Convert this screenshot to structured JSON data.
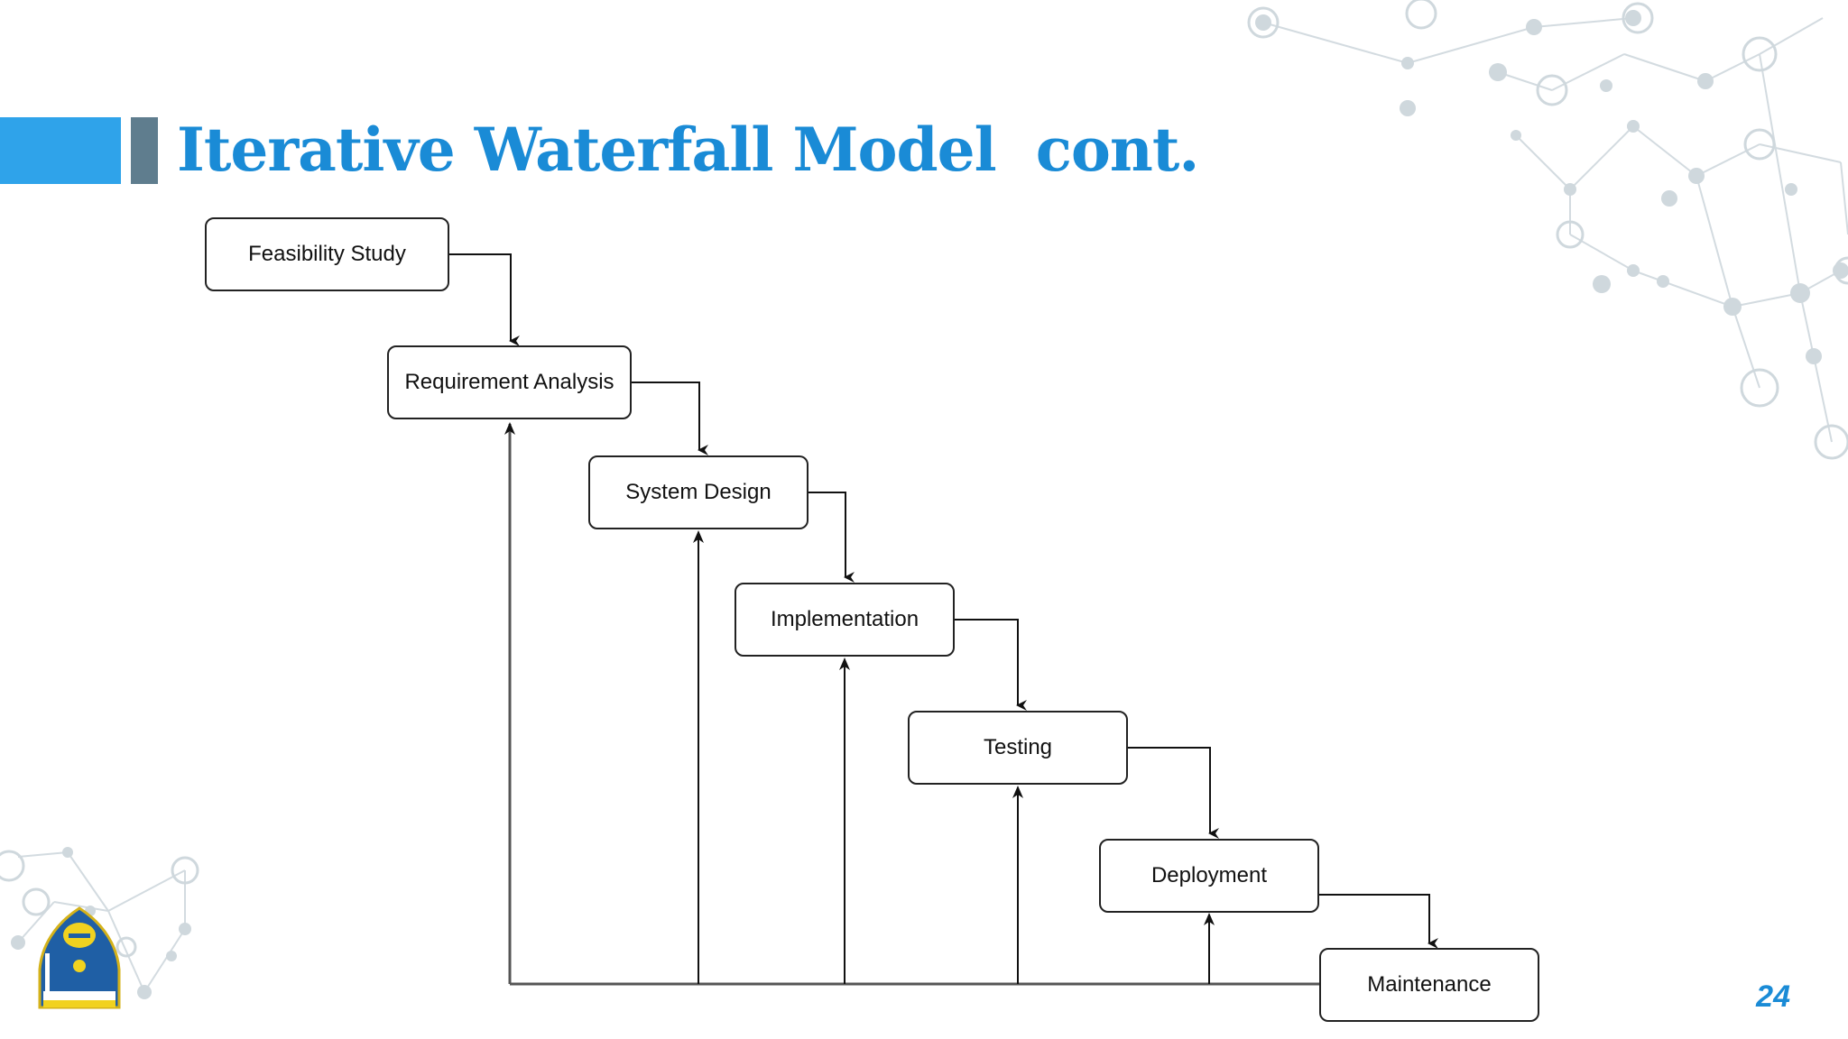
{
  "slide": {
    "title": "Iterative Waterfall Model  cont.",
    "page_number": "24"
  },
  "diagram": {
    "stages": [
      {
        "id": "feasibility",
        "label": "Feasibility Study"
      },
      {
        "id": "requirements",
        "label": "Requirement Analysis"
      },
      {
        "id": "design",
        "label": "System Design"
      },
      {
        "id": "implementation",
        "label": "Implementation"
      },
      {
        "id": "testing",
        "label": "Testing"
      },
      {
        "id": "deployment",
        "label": "Deployment"
      },
      {
        "id": "maintenance",
        "label": "Maintenance"
      }
    ],
    "forward_flow": [
      [
        "feasibility",
        "requirements"
      ],
      [
        "requirements",
        "design"
      ],
      [
        "design",
        "implementation"
      ],
      [
        "implementation",
        "testing"
      ],
      [
        "testing",
        "deployment"
      ],
      [
        "deployment",
        "maintenance"
      ]
    ],
    "feedback_from": "maintenance",
    "feedback_to": [
      "requirements",
      "design",
      "implementation",
      "testing",
      "deployment"
    ]
  },
  "colors": {
    "title": "#1a8bd6",
    "accent_bar": "#2fa3ea",
    "accent_bar_dark": "#5f7d8e",
    "network": "#c9d3d8"
  }
}
